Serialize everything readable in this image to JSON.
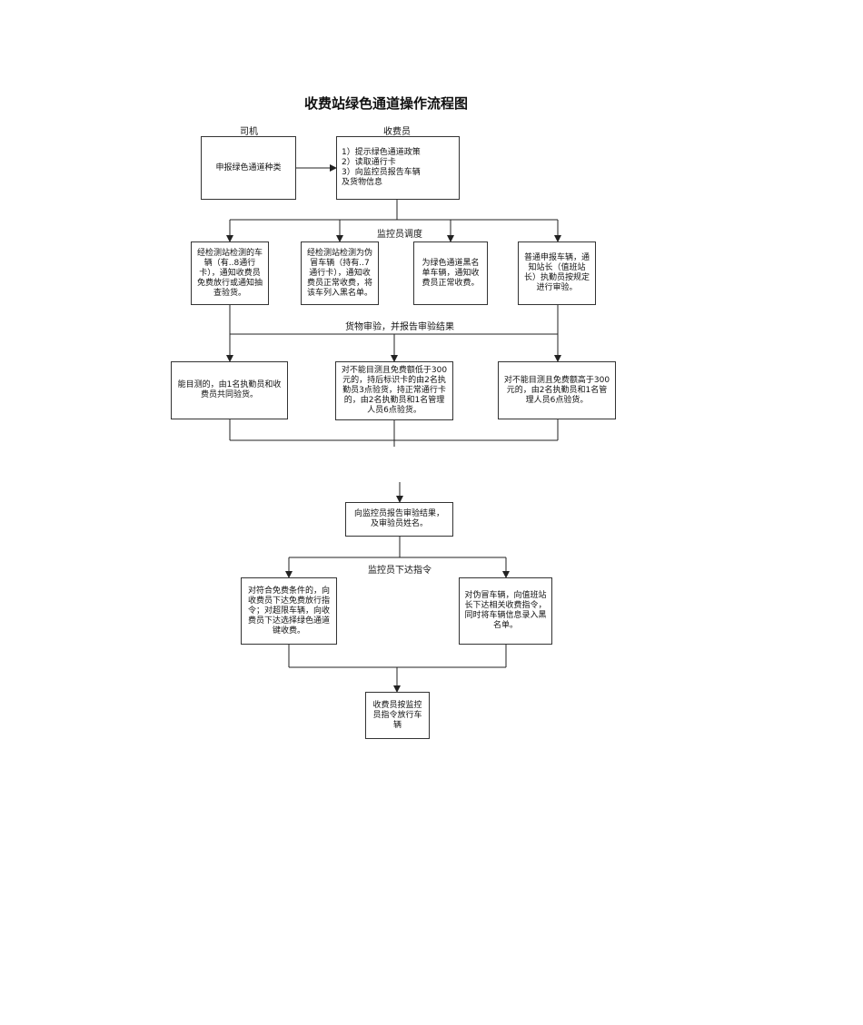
{
  "title": "收费站绿色通道操作流程图",
  "lanes": {
    "driver": "司机",
    "collector": "收费员"
  },
  "boxes": {
    "driver_declare": "申报绿色通道种类",
    "collector_steps": "1）提示绿色通道政策\n2）读取通行卡\n3）向监控员报告车辆\n    及货物信息",
    "branch_a": "经检测站检测的车辆（有..8通行卡），通知收费员免费放行或通知抽查验货。",
    "branch_b": "经检测站检测为伪冒车辆（持有..7通行卡），通知收费员正常收费，将该车列入黑名单。",
    "branch_c": "为绿色通道黑名单车辆，通知收费员正常收费。",
    "branch_d": "普通申报车辆，通知站长（值班站长）执勤员按规定进行审验。",
    "inspect_a": "能目测的，由1名执勤员和收费员共同验货。",
    "inspect_b": "对不能目测且免费额低于300元的，持后标识卡的由2名执勤员3点验货，持正常通行卡的，由2名执勤员和1名管理人员6点验货。",
    "inspect_c": "对不能目测且免费额高于300元的，由2名执勤员和1名管理人员6点验货。",
    "report": "向监控员报告审验结果，及审验员姓名。",
    "instr_a": "对符合免费条件的，向收费员下达免费放行指令；对超限车辆，向收费员下达选择绿色通道键收费。",
    "instr_b": "对伪冒车辆，向值班站长下达相关收费指令，同时将车辆信息录入黑名单。",
    "release": "收费员按监控员指令放行车辆"
  },
  "labels": {
    "dispatch": "监控员调度",
    "inspection": "货物审验，并报告审验结果",
    "command": "监控员下达指令"
  }
}
